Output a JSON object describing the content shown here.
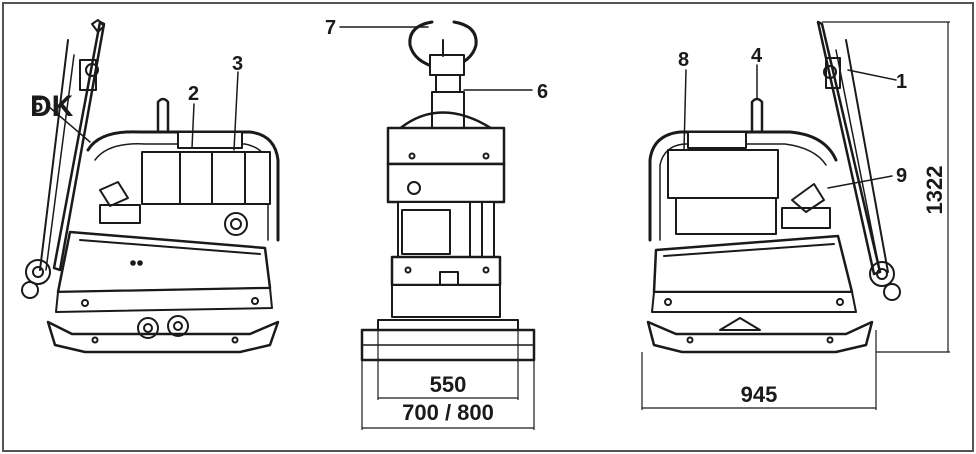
{
  "watermark": "DK",
  "part_labels": [
    "1",
    "2",
    "3",
    "4",
    "5",
    "6",
    "7",
    "8",
    "9"
  ],
  "dimensions": {
    "width_inner": "550",
    "width_outer": "700 / 800",
    "length": "945",
    "height": "1322"
  },
  "colors": {
    "ink": "#1a1a1a",
    "paper": "#ffffff",
    "frame": "#555555"
  }
}
